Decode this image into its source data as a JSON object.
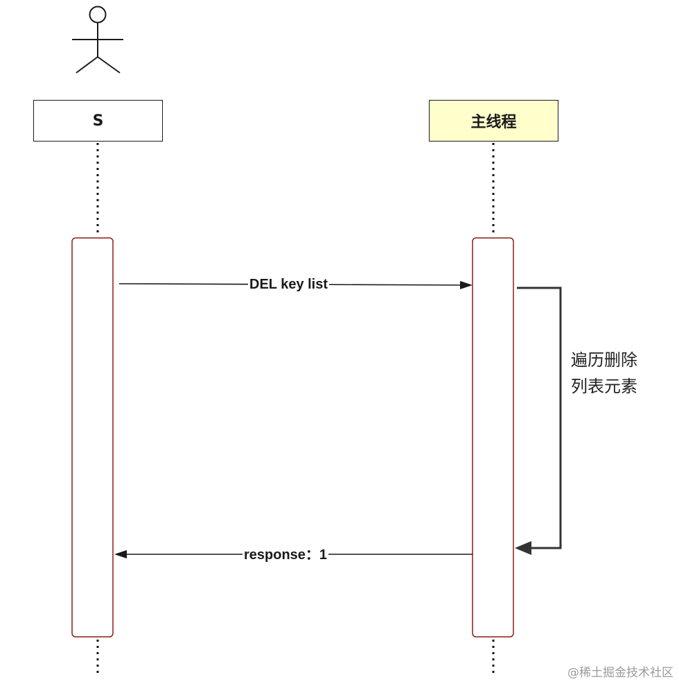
{
  "participants": {
    "s": {
      "label": "S"
    },
    "main_thread": {
      "label": "主线程",
      "fill": "#ffffcc"
    }
  },
  "messages": {
    "request": {
      "label": "DEL key list"
    },
    "response": {
      "label": "response：1"
    }
  },
  "self_call": {
    "line1": "遍历删除",
    "line2": "列表元素"
  },
  "watermark": "@稀土掘金技术社区",
  "colors": {
    "activation_border": "#8b1a1a",
    "line": "#1a1a1a"
  }
}
